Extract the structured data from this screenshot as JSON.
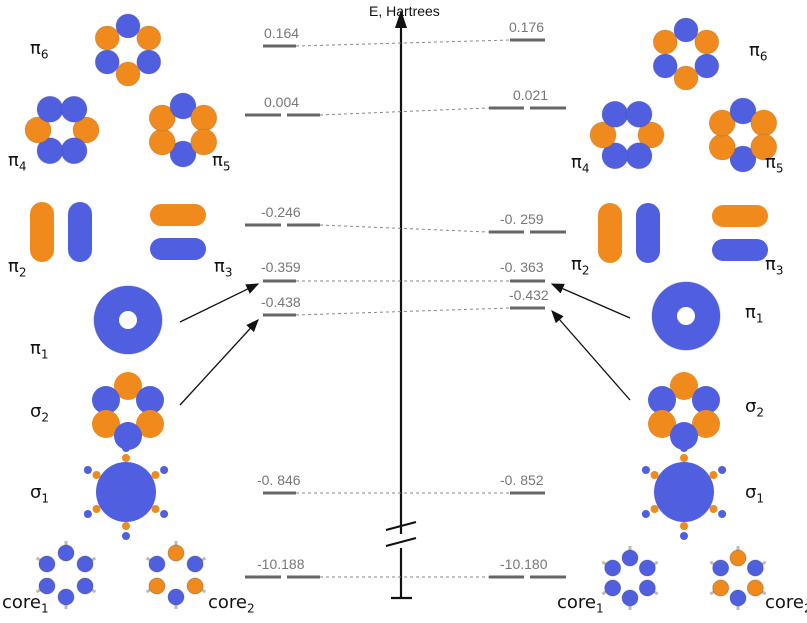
{
  "axis": {
    "title": "E, Hartrees"
  },
  "colors": {
    "positive": "#f08a1c",
    "negative": "#4f5fe0",
    "level": "#666666",
    "connector": "#777777"
  },
  "levels": [
    {
      "id": "pi6",
      "left": "0.164",
      "right": "0.176"
    },
    {
      "id": "pi45",
      "left": "0.004",
      "right": "0.021"
    },
    {
      "id": "pi23",
      "left": "-0.246",
      "right": "-0. 259"
    },
    {
      "id": "pi1",
      "left": "-0.359",
      "right": "-0. 363"
    },
    {
      "id": "sig2",
      "left": "-0.438",
      "right": "-0.432"
    },
    {
      "id": "sig1",
      "left": "-0. 846",
      "right": "-0. 852"
    },
    {
      "id": "core",
      "left": "-10.188",
      "right": "-10.180"
    }
  ],
  "orbitals": {
    "pi6": {
      "sym": "π",
      "sub": "6"
    },
    "pi4": {
      "sym": "π",
      "sub": "4"
    },
    "pi5": {
      "sym": "π",
      "sub": "5"
    },
    "pi2": {
      "sym": "π",
      "sub": "2"
    },
    "pi3": {
      "sym": "π",
      "sub": "3"
    },
    "pi1": {
      "sym": "π",
      "sub": "1"
    },
    "sigma2": {
      "sym": "σ",
      "sub": "2"
    },
    "sigma1": {
      "sym": "σ",
      "sub": "1"
    },
    "core1": {
      "sym": "core",
      "sub": "1"
    },
    "core2": {
      "sym": "core",
      "sub": "2"
    }
  }
}
